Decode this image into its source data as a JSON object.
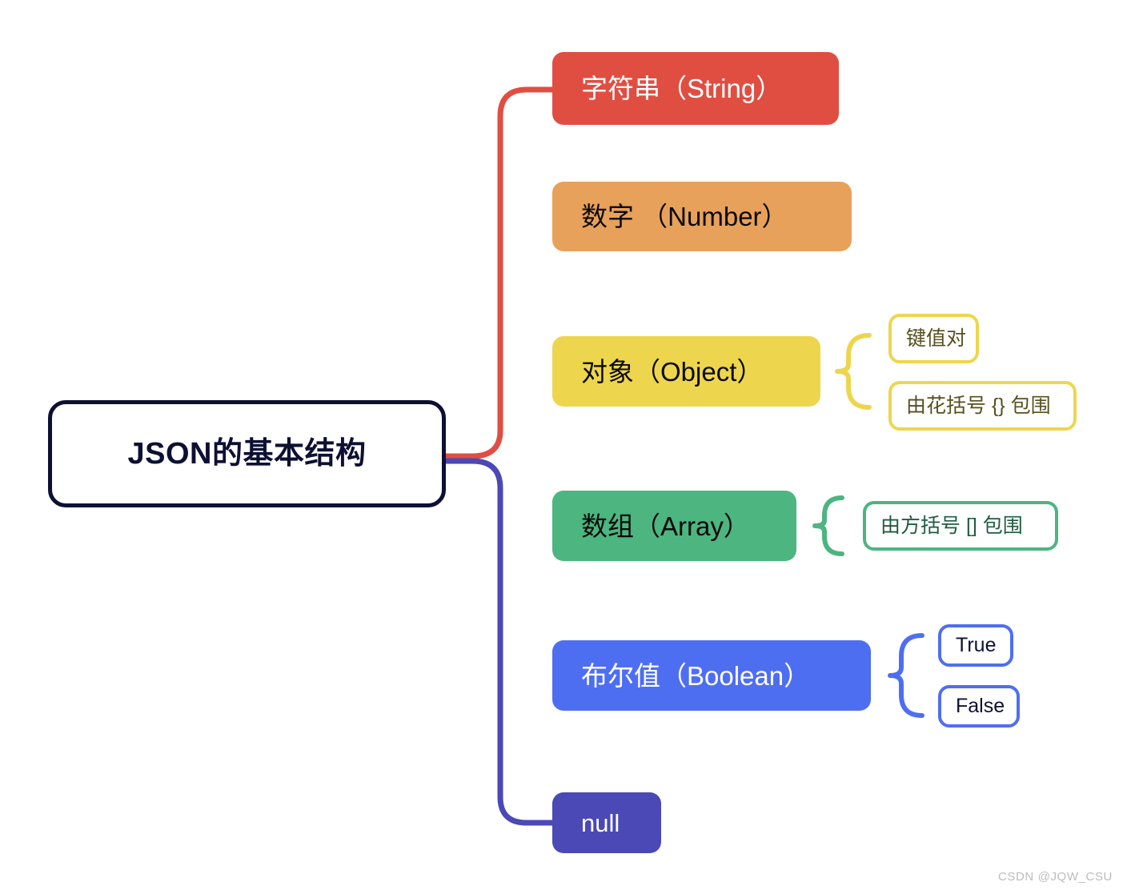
{
  "diagram": {
    "type": "mindmap",
    "title": "JSON的基本结构",
    "root": {
      "label": "JSON的基本结构",
      "border_color": "#0d1033",
      "text_color": "#0d1033",
      "fill": "#ffffff"
    },
    "branches": [
      {
        "id": "string",
        "label": "字符串（String）",
        "fill": "#e04e42",
        "text_color": "#ffffff",
        "connector_color": "#e04e42",
        "children": []
      },
      {
        "id": "number",
        "label": "数字 （Number）",
        "fill": "#e8a15a",
        "text_color": "#0a0a0a",
        "connector_color": "#e8a15a",
        "children": []
      },
      {
        "id": "object",
        "label": "对象（Object）",
        "fill": "#edd64e",
        "text_color": "#0a0a0a",
        "connector_color": "#edd64e",
        "brace": "{",
        "children": [
          {
            "id": "key-value",
            "label": "键值对",
            "border_color": "#edd64e",
            "text_color": "#56501f"
          },
          {
            "id": "curly-braces",
            "label": "由花括号 {} 包围",
            "border_color": "#edd64e",
            "text_color": "#56501f"
          }
        ]
      },
      {
        "id": "array",
        "label": "数组（Array）",
        "fill": "#4cb580",
        "text_color": "#0a0a0a",
        "connector_color": "#4cb580",
        "brace": "{",
        "children": [
          {
            "id": "square-brackets",
            "label": "由方括号 [] 包围",
            "border_color": "#4cb580",
            "text_color": "#1f5c40"
          }
        ]
      },
      {
        "id": "boolean",
        "label": "布尔值（Boolean）",
        "fill": "#4e6ef2",
        "text_color": "#ffffff",
        "connector_color": "#4e6ef2",
        "brace": "{",
        "children": [
          {
            "id": "true",
            "label": "True",
            "border_color": "#4e6ef2",
            "text_color": "#0d1033"
          },
          {
            "id": "false",
            "label": "False",
            "border_color": "#4e6ef2",
            "text_color": "#0d1033"
          }
        ]
      },
      {
        "id": "null",
        "label": "null",
        "fill": "#4a49b5",
        "text_color": "#ffffff",
        "connector_color": "#4a49b5",
        "children": []
      }
    ],
    "connectors": {
      "upper_color": "#e04e42",
      "lower_color": "#4a49b5",
      "stroke_width": 6
    }
  },
  "watermark": {
    "text": "CSDN @JQW_CSU",
    "color": "#bcbcbc"
  }
}
